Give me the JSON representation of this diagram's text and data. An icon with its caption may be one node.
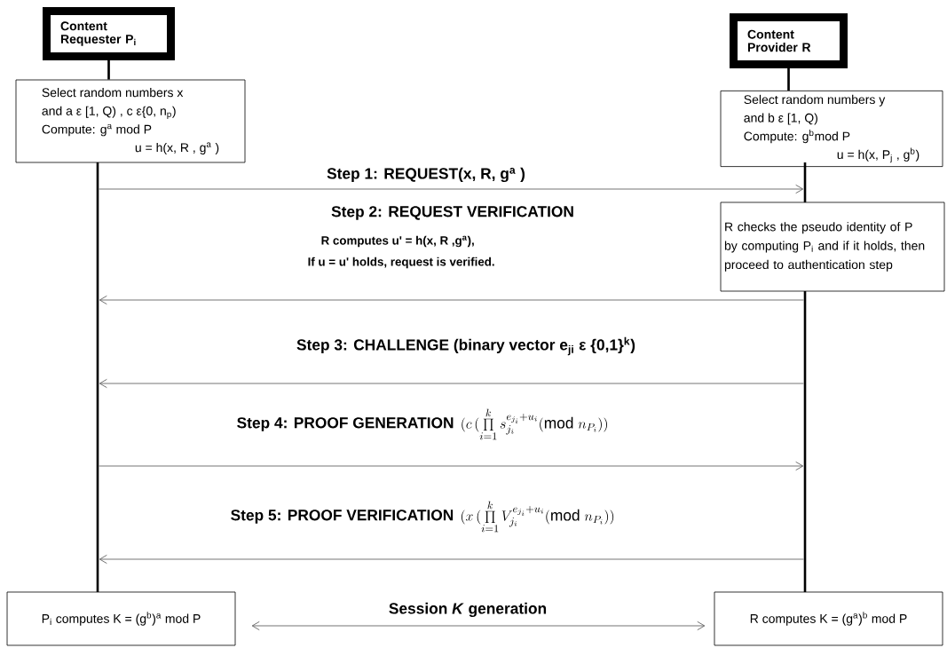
{
  "diagram": {
    "nodes": [
      {
        "text": [
          "Content Requester P$_{i}$"
        ]
      },
      {
        "text": [
          "Select random numbers x",
          "and a ε [1, Q) , c ε{0, n$_{p}$)",
          "Compute: g$^{a}$ mod P",
          "u = h(x, R , g$^{a}$ )"
        ]
      },
      {
        "text": [
          "Content Provider R"
        ]
      },
      {
        "text": [
          "Select random numbers y",
          "and b ε [1, Q)",
          "Compute: g$^{b}$mod P",
          "u = h(x, P$_{j}$ , g$^{b}$)"
        ]
      },
      {
        "text": [
          "R checks the pseudo identity of P by computing P$_{i}$ and if it holds, then proceed to authentication step"
        ]
      },
      {
        "text": [
          "P$_{i}$ computes K = (g$^{b}$)$^{a}$ mod P"
        ]
      },
      {
        "text": [
          "R computes K = (g$^{a}$)$^{b}$ mod P"
        ]
      },
      {
        "text": [],
        "shape": "bar"
      },
      {
        "text": [],
        "shape": "bar"
      },
      {
        "text": [],
        "shape": "bar"
      }
    ],
    "edges": [
      {
        "from": 0,
        "to": 1,
        "arrow": "none",
        "style": "thick"
      },
      {
        "from": 2,
        "to": 3,
        "arrow": "none",
        "style": "thick"
      },
      {
        "from": 7,
        "to": 8,
        "arrow": "to",
        "label": "Step 1: REQUEST(x, R, g$^{a}$ )"
      },
      {
        "from": 9,
        "to": 7,
        "arrow": "to"
      },
      {
        "from": 9,
        "to": 7,
        "arrow": "to",
        "label": "Step 3: CHALLENGE (binary vector e$_{ji}$ ε {0,1}$^{k}$)"
      },
      {
        "from": 7,
        "to": 9,
        "arrow": "to",
        "label": "Step 4: PROOF GENERATION"
      },
      {
        "from": 9,
        "to": 7,
        "arrow": "to",
        "label": "Step 5: PROOF VERIFICATION"
      },
      {
        "from": 5,
        "to": 6,
        "arrow": "both",
        "label": "Session *K* generation"
      }
    ],
    "labels": [
      "Step 2: REQUEST VERIFICATION",
      "R computes u' = h(x, R ,g$^{a}$),",
      "If u = u' holds, request is verified.",
      "(c\\,(\\prod\\limits_{i=1}^{k} s_{j_i}^{e_{j_i}+u_i}(\\mathrm{mod}\\ n_{P_i}))",
      "(x\\,(\\prod\\limits_{i=1}^{k} V_{j_i}^{e_{j_i}+u_i}(\\mathrm{mod}\\ n_{P_i}))"
    ]
  }
}
